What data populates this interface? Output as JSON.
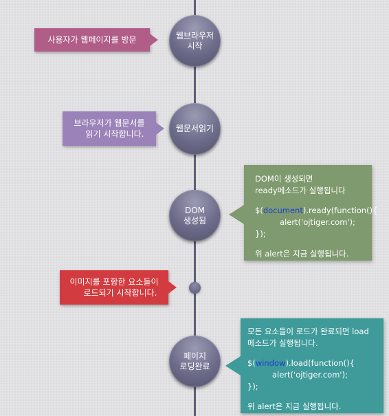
{
  "steps": {
    "browser_start": {
      "line1": "웹브라우저",
      "line2": "시작"
    },
    "read_document": {
      "label": "웹문서읽기"
    },
    "dom_created": {
      "line1": "DOM",
      "line2": "생성됨"
    },
    "page_loaded": {
      "line1": "페이지",
      "line2": "로딩완료"
    }
  },
  "notes": {
    "visit": {
      "text": "사용자가 웹페이지를 방문"
    },
    "reading": {
      "line1": "브라우저가 웹문서를",
      "line2": "읽기 시작합니다."
    },
    "images": {
      "line1": "이미지를 포함한 요소들이",
      "line2": "로드되기 시작합니다."
    }
  },
  "panels": {
    "ready": {
      "line1": "DOM이 생성되면",
      "line2": "ready메소드가 실행됩니다",
      "code_prefix": "$(",
      "code_keyword": "document",
      "code_suffix": ").ready(function(){",
      "code_body": "alert('ojtiger.com');",
      "code_close": "});",
      "footer": "위 alert은 지금 실행됩니다."
    },
    "load": {
      "line1": "모든 요소들이 로드가 완료되면 load",
      "line2": "메소드가 실행됩니다.",
      "code_prefix": "$(",
      "code_keyword": "window",
      "code_suffix": ").load(function(){",
      "code_body": "alert('ojtiger.com');",
      "code_close": "});",
      "footer": "위 alert은 지금 실행됩니다."
    }
  },
  "colors": {
    "visit_note": "#b05d88",
    "reading_note": "#9b82b9",
    "images_note": "#d23b3f",
    "ready_panel": "#7f9a6e",
    "load_panel": "#3f9a9a",
    "keyword": "#1a3fd6"
  }
}
